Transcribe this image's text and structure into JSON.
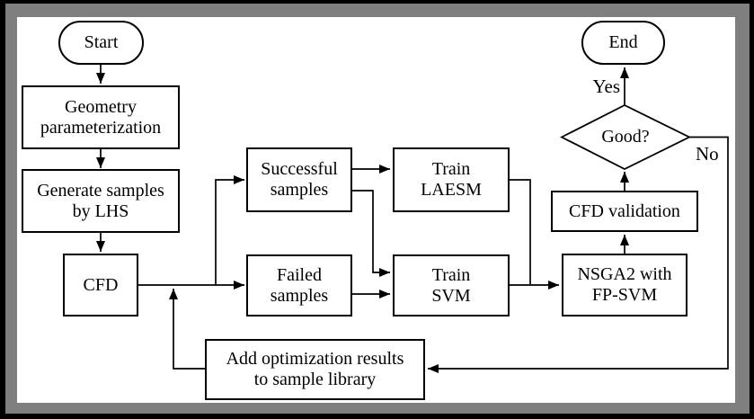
{
  "diagram": {
    "nodes": {
      "start": {
        "label": "Start",
        "shape": "stadium"
      },
      "geometry": {
        "label": "Geometry\nparameterization",
        "shape": "rect"
      },
      "generate": {
        "label": "Generate samples\nby LHS",
        "shape": "rect"
      },
      "cfd": {
        "label": "CFD",
        "shape": "rect"
      },
      "successful": {
        "label": "Successful\nsamples",
        "shape": "rect"
      },
      "failed": {
        "label": "Failed\nsamples",
        "shape": "rect"
      },
      "train_laesm": {
        "label": "Train\nLAESM",
        "shape": "rect"
      },
      "train_svm": {
        "label": "Train\nSVM",
        "shape": "rect"
      },
      "nsga2": {
        "label": "NSGA2 with\nFP-SVM",
        "shape": "rect"
      },
      "cfd_validation": {
        "label": "CFD validation",
        "shape": "rect"
      },
      "good": {
        "label": "Good?",
        "shape": "diamond"
      },
      "end": {
        "label": "End",
        "shape": "stadium"
      },
      "add_library": {
        "label": "Add optimization results\nto sample library",
        "shape": "rect"
      }
    },
    "edge_labels": {
      "yes": "Yes",
      "no": "No"
    },
    "colors": {
      "frame_gray": "#7f7f7f",
      "canvas_white": "#ffffff",
      "line_black": "#000000",
      "outer_black": "#000000"
    }
  }
}
